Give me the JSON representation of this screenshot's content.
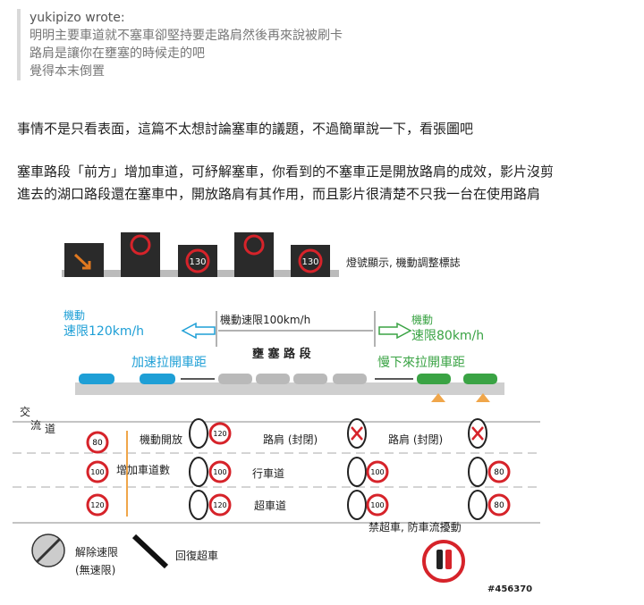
{
  "quote": {
    "author": "yukipizo wrote:",
    "lines": [
      "明明主要車道就不塞車卻堅持要走路肩然後再來說被刷卡",
      "路肩是讓你在壅塞的時候走的吧",
      "覺得本末倒置"
    ]
  },
  "post": {
    "p1": "事情不是只看表面，這篇不太想討論塞車的議題，不過簡單說一下，看張圖吧",
    "p2_line1": "塞車路段「前方」增加車道，可紓解塞車，你看到的不塞車正是開放路肩的成效，影片沒剪",
    "p2_line2": "進去的湖口路段還在塞車中，開放路肩有其作用，而且影片很清楚不只我一台在使用路肩"
  },
  "figure": {
    "gantry_label": "燈號顯示, 機動調整標誌",
    "gantry_signs": [
      "130",
      "130"
    ],
    "left_speed_line1": "機動",
    "left_speed_line2": "速限120km/h",
    "mid_speed": "機動速限100km/h",
    "right_speed_line1": "機動",
    "right_speed_line2": "速限80km/h",
    "accelerate_label": "加速拉開車距",
    "congested_label": "壅 塞 路 段",
    "slow_label": "慢下來拉開車距",
    "interchange_char1": "交",
    "interchange_char2": "流",
    "interchange_char3": "道",
    "shoulder_open_label": "機動開放",
    "shoulder_closed_1": "路肩 (封閉)",
    "shoulder_closed_2": "路肩 (封閉)",
    "lane_add_label": "增加車道數",
    "driving_lane": "行車道",
    "passing_lane": "超車道",
    "no_passing_label": "禁超車, 防車流擾動",
    "derestrict_label_1": "解除速限",
    "derestrict_label_2": "(無速限)",
    "resume_passing_label": "回復超車",
    "limits": {
      "first_col": [
        "80",
        "100",
        "120"
      ],
      "second_col": [
        "120",
        "100",
        "120"
      ],
      "third_col": [
        "100",
        "100"
      ],
      "fourth_col": [
        "80",
        "80"
      ]
    },
    "watermark": "#456370",
    "colors": {
      "blue": "#1e9fd6",
      "green": "#3aa344",
      "orange": "#f0a64a",
      "red": "#d6232a"
    }
  }
}
